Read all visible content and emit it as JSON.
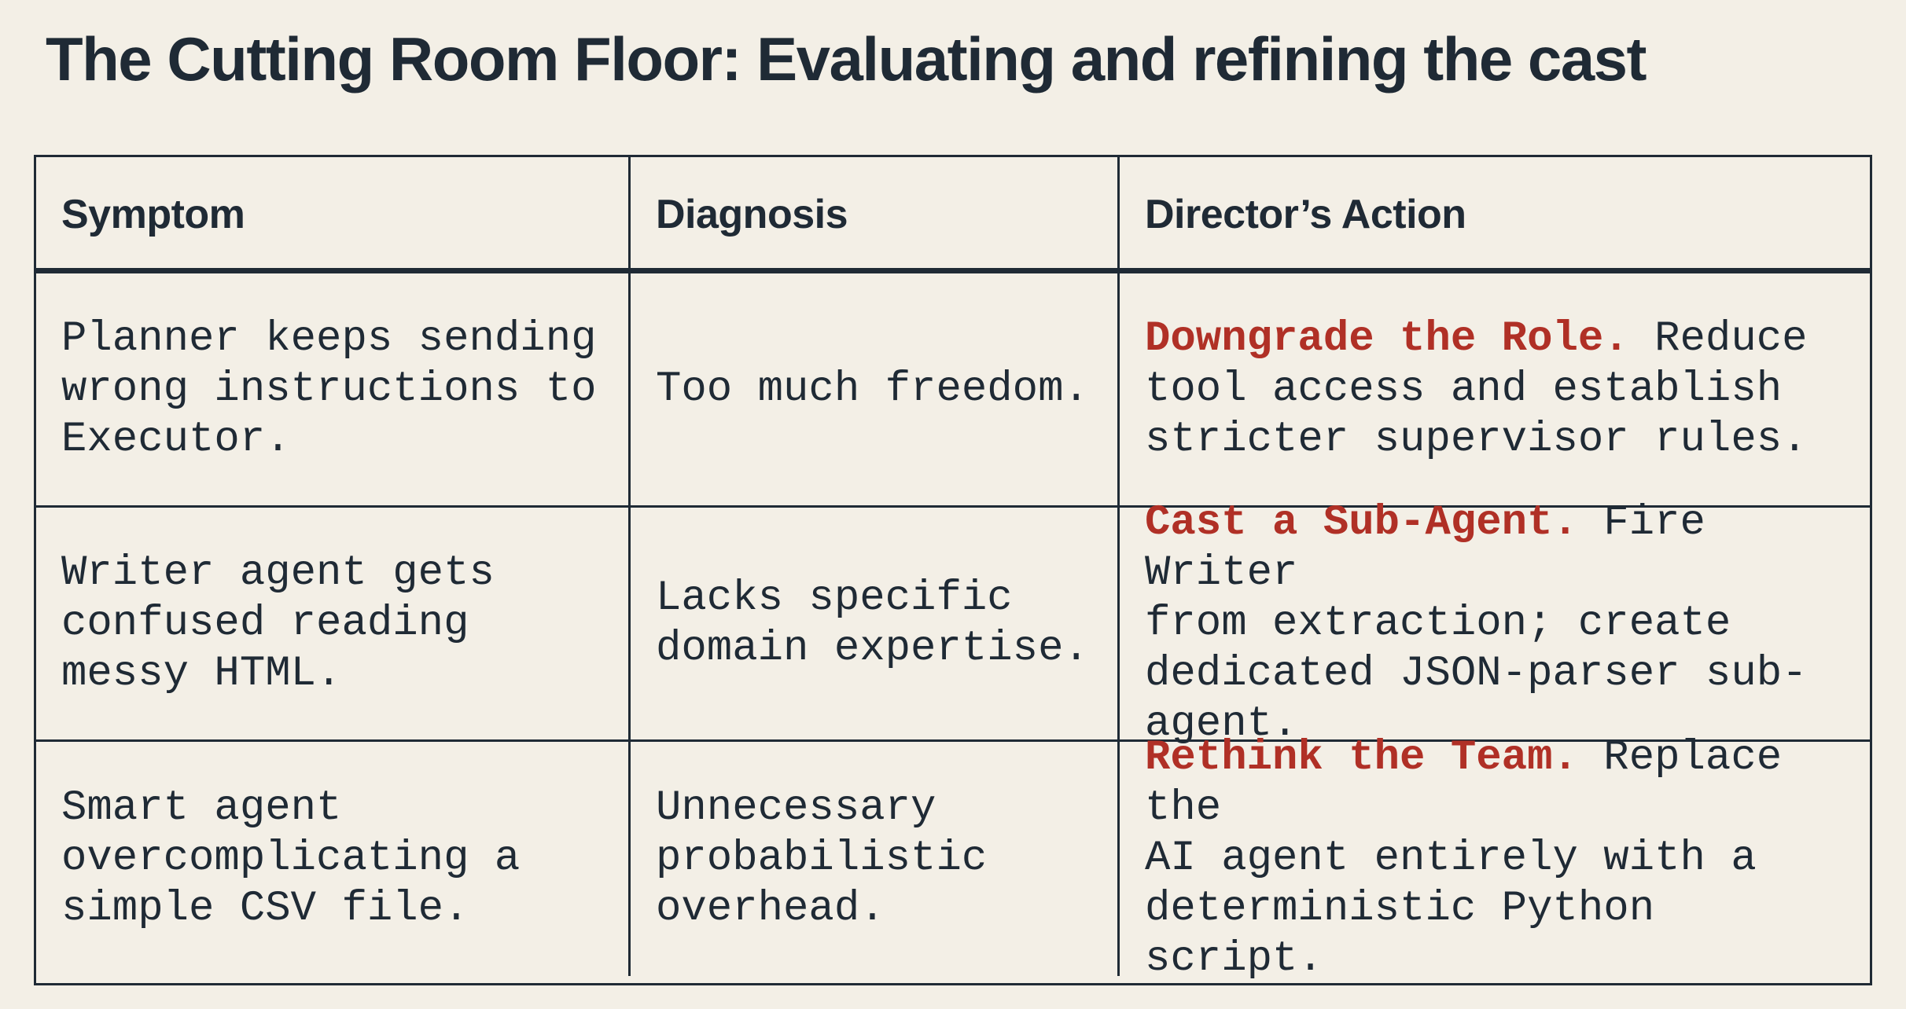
{
  "title": "The Cutting Room Floor: Evaluating and refining the cast",
  "colors": {
    "background": "#f3efe6",
    "text": "#1f2a35",
    "highlight": "#b03026"
  },
  "table": {
    "headers": [
      "Symptom",
      "Diagnosis",
      "Director’s Action"
    ],
    "rows": [
      {
        "symptom": "Planner keeps sending\nwrong instructions to\nExecutor.",
        "diagnosis": "Too much freedom.",
        "action_highlight": "Downgrade the Role.",
        "action_text": " Reduce\ntool access and establish\nstricter supervisor rules."
      },
      {
        "symptom": "Writer agent gets\nconfused reading\nmessy HTML.",
        "diagnosis": "Lacks specific\ndomain expertise.",
        "action_highlight": "Cast a Sub-Agent.",
        "action_text": " Fire Writer\nfrom extraction; create\ndedicated JSON-parser sub-agent."
      },
      {
        "symptom": "Smart agent\novercomplicating a\nsimple CSV file.",
        "diagnosis": "Unnecessary\nprobabilistic\noverhead.",
        "action_highlight": "Rethink the Team.",
        "action_text": " Replace the\nAI agent entirely with a\ndeterministic Python script."
      }
    ]
  }
}
